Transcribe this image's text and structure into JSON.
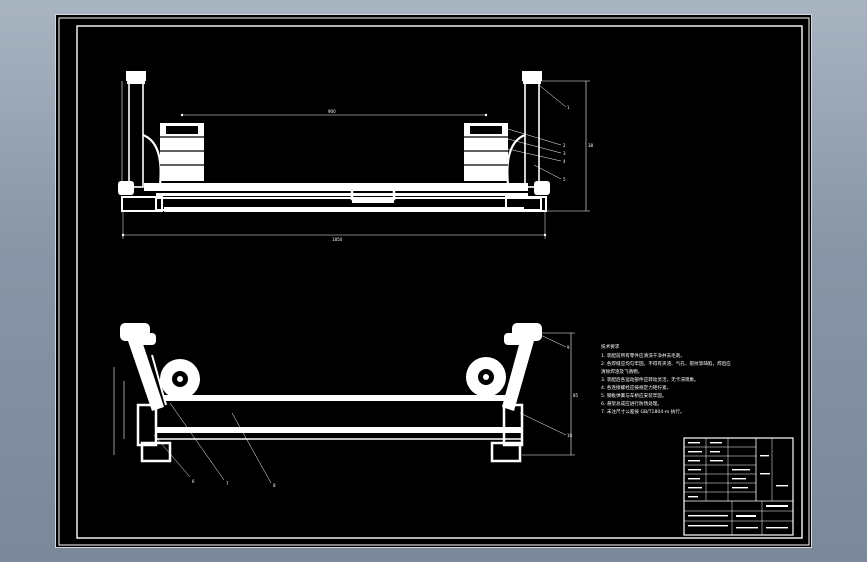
{
  "drawing": {
    "front_view": {
      "dim_length": "1850",
      "dim_spring_spacing": "900",
      "dim_height": "38",
      "balloons": [
        "1",
        "2",
        "3",
        "4",
        "5"
      ]
    },
    "side_view": {
      "dim_height": "85",
      "balloons_left": [
        "6",
        "7",
        "8"
      ],
      "balloons_right": [
        "9",
        "10"
      ]
    },
    "notes": {
      "heading": "技术要求",
      "lines": [
        "1. 装配前所有零件应清洗干净并去毛刺。",
        "2. 各焊缝应均匀牢固，不得有夹渣、气孔、裂纹等缺陷，焊后应",
        "   清除焊渣及飞溅物。",
        "3. 装配后各运动部件应转动灵活，无卡滞现象。",
        "4. 各连接螺栓应按规定力矩拧紧。",
        "5. 钢板弹簧与车桥应安装牢固。",
        "6. 悬架总成应进行防锈处理。",
        "7. 未注尺寸公差按 GB/T1804-m 执行。"
      ]
    }
  }
}
